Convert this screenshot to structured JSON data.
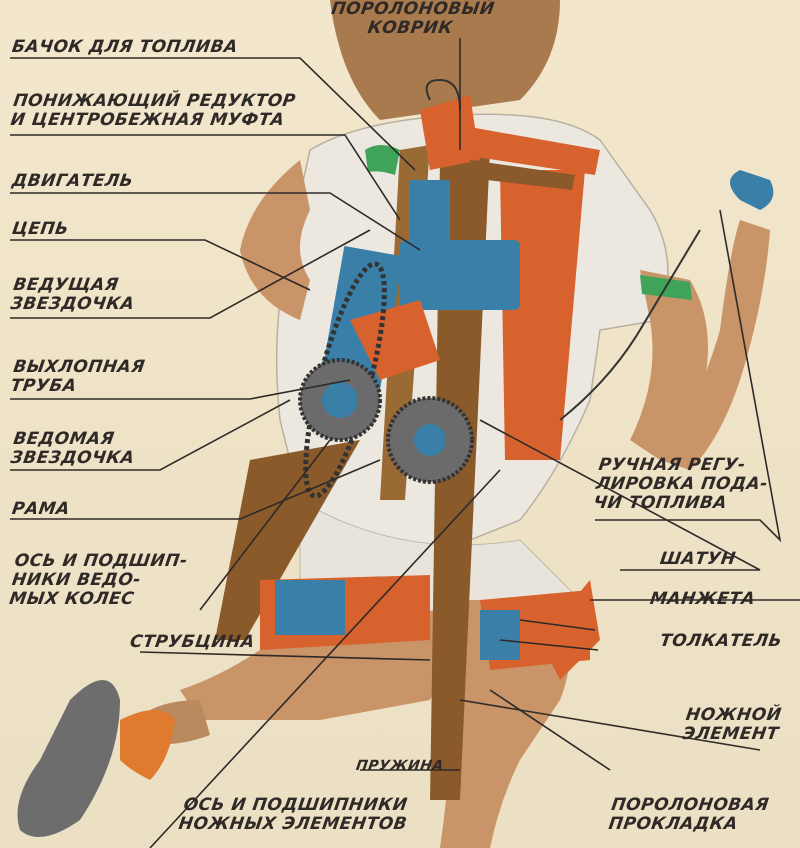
{
  "labels": {
    "fuel_tank": "БАЧОК ДЛЯ ТОПЛИВА",
    "foam_mat": [
      "ПОРОЛОНОВЫЙ",
      "КОВРИК"
    ],
    "reducer": [
      "ПОНИЖАЮЩИЙ РЕДУКТОР",
      "И ЦЕНТРОБЕЖНАЯ МУФТА"
    ],
    "engine": "ДВИГАТЕЛЬ",
    "chain": "ЦЕПЬ",
    "drive_sprocket": [
      "ВЕДУЩАЯ",
      "ЗВЕЗДОЧКА"
    ],
    "exhaust": [
      "ВЫХЛОПНАЯ",
      "ТРУБА"
    ],
    "driven_sprocket": [
      "ВЕДОМАЯ",
      "ЗВЕЗДОЧКА"
    ],
    "frame": "РАМА",
    "axle_bearings": [
      "ОСЬ И ПОДШИП-",
      "НИКИ ВЕДО-",
      "МЫХ КОЛЕС"
    ],
    "clamp": "СТРУБЦИНА",
    "fuel_control": [
      "РУЧНАЯ РЕГУ-",
      "ЛИРОВКА ПОДА-",
      "ЧИ ТОПЛИВА"
    ],
    "connecting_rod": "ШАТУН",
    "cuff": "МАНЖЕТА",
    "pusher": "ТОЛКАТЕЛЬ",
    "leg_element": [
      "НОЖНОЙ",
      "ЭЛЕМЕНТ"
    ],
    "spring": "ПРУЖИНА",
    "leg_axle": [
      "ОСЬ И ПОДШИПНИКИ",
      "НОЖНЫХ ЭЛЕМЕНТОВ"
    ],
    "foam_pad": [
      "ПОРОЛОНОВАЯ",
      "ПРОКЛАДКА"
    ]
  },
  "colors": {
    "frame": "#8a5a2b",
    "orange": "#d8622e",
    "blue": "#3a7fa8",
    "skin": "#c89468",
    "shirt": "#ece8e0",
    "green": "#3fa45a",
    "ink": "#2f2a28"
  }
}
